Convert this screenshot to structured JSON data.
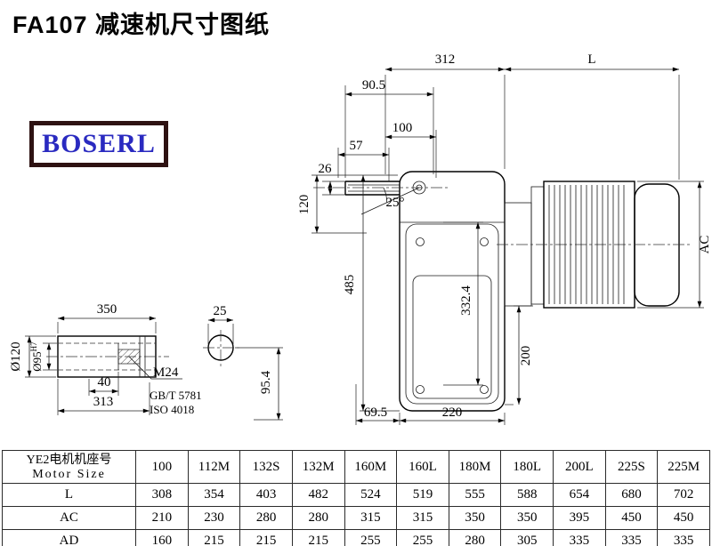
{
  "page": {
    "title": "FA107 减速机尺寸图纸"
  },
  "logo": {
    "text": "BOSERL",
    "text_color": "#2a2ac0",
    "border_color": "#2e1212"
  },
  "drawing": {
    "dims": {
      "d312": "312",
      "dL": "L",
      "d905": "90.5",
      "d100": "100",
      "d57": "57",
      "d26": "26",
      "d120": "120",
      "d485": "485",
      "angle": "25°",
      "d3324": "332.4",
      "dAC": "AC",
      "d200": "200",
      "d695": "69.5",
      "d220": "220",
      "d954": "95.4",
      "d350": "350",
      "d25": "25",
      "d40": "40",
      "d313": "313",
      "dia120": "Ø120",
      "dia95": "Ø95",
      "dia95tol": "H7",
      "m24": "M24",
      "gbt": "GB/T 5781",
      "iso": "ISO 4018"
    }
  },
  "table": {
    "header_cn": "YE2电机机座号",
    "header_en": "Motor Size",
    "columns": [
      "100",
      "112M",
      "132S",
      "132M",
      "160M",
      "160L",
      "180M",
      "180L",
      "200L",
      "225S",
      "225M"
    ],
    "rows": [
      {
        "label": "L",
        "values": [
          "308",
          "354",
          "403",
          "482",
          "524",
          "519",
          "555",
          "588",
          "654",
          "680",
          "702"
        ]
      },
      {
        "label": "AC",
        "values": [
          "210",
          "230",
          "280",
          "280",
          "315",
          "315",
          "350",
          "350",
          "395",
          "450",
          "450"
        ]
      },
      {
        "label": "AD",
        "values": [
          "160",
          "215",
          "215",
          "215",
          "255",
          "255",
          "280",
          "305",
          "335",
          "335",
          "335"
        ]
      }
    ]
  }
}
